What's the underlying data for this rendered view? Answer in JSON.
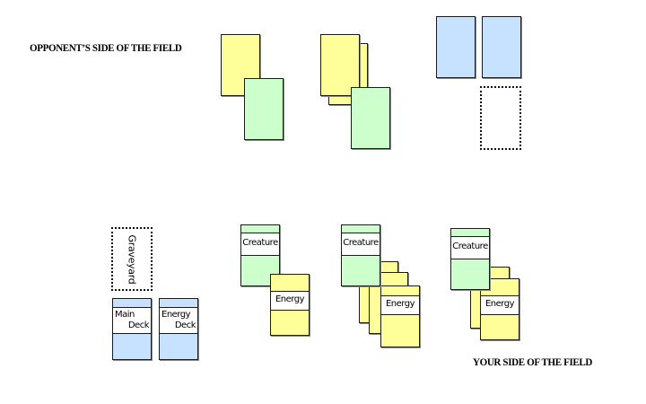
{
  "labels": {
    "opponent_side": "OPPONENT’S SIDE OF THE FIELD",
    "your_side": "YOUR SIDE OF THE FIELD"
  },
  "colors": {
    "energy_card": "#ffff99",
    "creature_card": "#ccffcc",
    "deck_card": "#c6e2ff",
    "outline": "#1a1a1a"
  },
  "opponent": {
    "groups": [
      {
        "name": "creature-with-1-energy",
        "energy_cards": 1,
        "creature_cards": 1
      },
      {
        "name": "creature-with-2-energy",
        "energy_cards": 2,
        "creature_cards": 1
      }
    ],
    "decks": {
      "main": "face-down",
      "energy": "face-down"
    },
    "graveyard": "empty-slot"
  },
  "player": {
    "graveyard": {
      "label": "Graveyard"
    },
    "main_deck": {
      "line1": "Main",
      "line2": "Deck"
    },
    "energy_deck": {
      "line1": "Energy",
      "line2": "Deck"
    },
    "groups": [
      {
        "creature_label": "Creature",
        "energy_label": "Energy",
        "energy_count": 1
      },
      {
        "creature_label": "Creature",
        "energy_label": "Energy",
        "energy_count": 3
      },
      {
        "creature_label": "Creature",
        "energy_label": "Energy",
        "energy_count": 2
      }
    ]
  }
}
